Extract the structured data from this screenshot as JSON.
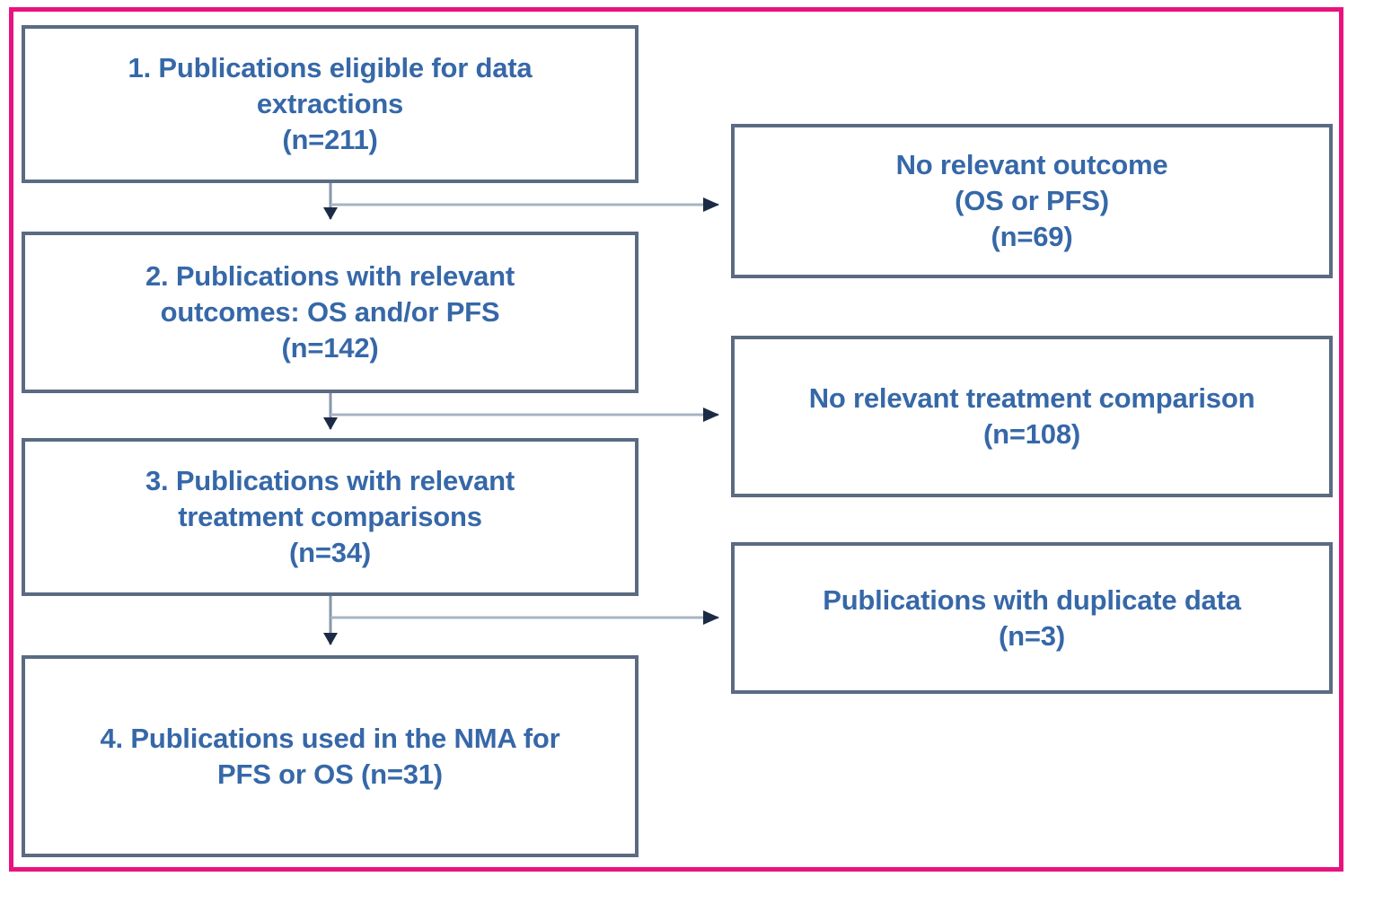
{
  "diagram": {
    "title": "PRISMA-style publication selection flow",
    "frame_color": "#E8137E",
    "box_border_color": "#5A6B82",
    "text_color": "#3668A8",
    "connector_color": "#8896A8",
    "arrowhead_color": "#1C2B45",
    "left_column": [
      {
        "id": "step-1",
        "label": "1. Publications eligible for data\nextractions\n(n=211)",
        "line1": "1. Publications eligible for data",
        "line2": "extractions",
        "count_label": "(n=211)",
        "n": 211
      },
      {
        "id": "step-2",
        "label": "2. Publications with relevant\noutcomes:  OS and/or PFS\n(n=142)",
        "line1": "2. Publications with relevant",
        "line2": "outcomes:  OS and/or PFS",
        "count_label": "(n=142)",
        "n": 142
      },
      {
        "id": "step-3",
        "label": "3. Publications with relevant\ntreatment comparisons\n(n=34)",
        "line1": "3. Publications with relevant",
        "line2": "treatment comparisons",
        "count_label": "(n=34)",
        "n": 34
      },
      {
        "id": "step-4",
        "label": "4. Publications used in the NMA for\nPFS or OS (n=31)",
        "line1": "4. Publications used in the NMA for",
        "line2": "PFS or OS (n=31)",
        "count_label": "(n=31)",
        "n": 31
      }
    ],
    "right_column": [
      {
        "id": "exclusion-1",
        "label": "No relevant outcome\n(OS or PFS)\n(n=69)",
        "line1": "No relevant outcome",
        "line2": "(OS or PFS)",
        "count_label": "(n=69)",
        "n": 69
      },
      {
        "id": "exclusion-2",
        "label": "No relevant treatment comparison\n(n=108)",
        "line1": "No relevant treatment comparison",
        "line2": "(n=108)",
        "count_label": "(n=108)",
        "n": 108
      },
      {
        "id": "exclusion-3",
        "label": "Publications with duplicate data\n(n=3)",
        "line1": "Publications with duplicate data",
        "line2": "(n=3)",
        "count_label": "(n=3)",
        "n": 3
      }
    ],
    "connectors": [
      {
        "id": "connector-1-down",
        "from": "step-1",
        "to": "step-2",
        "kind": "down-arrow"
      },
      {
        "id": "connector-1-right",
        "from": "step-1",
        "to": "exclusion-1",
        "kind": "right-arrow"
      },
      {
        "id": "connector-2-down",
        "from": "step-2",
        "to": "step-3",
        "kind": "down-arrow"
      },
      {
        "id": "connector-2-right",
        "from": "step-2",
        "to": "exclusion-2",
        "kind": "right-arrow"
      },
      {
        "id": "connector-3-down",
        "from": "step-3",
        "to": "step-4",
        "kind": "down-arrow"
      },
      {
        "id": "connector-3-right",
        "from": "step-3",
        "to": "exclusion-3",
        "kind": "right-arrow"
      }
    ]
  },
  "chart_data": {
    "type": "diagram",
    "title": "Publication selection flow diagram",
    "stages": [
      {
        "step": 1,
        "label": "Publications eligible for data extractions",
        "n": 211
      },
      {
        "step": 2,
        "label": "Publications with relevant outcomes: OS and/or PFS",
        "n": 142
      },
      {
        "step": 3,
        "label": "Publications with relevant treatment comparisons",
        "n": 34
      },
      {
        "step": 4,
        "label": "Publications used in the NMA for PFS or OS",
        "n": 31
      }
    ],
    "exclusions": [
      {
        "after_step": 1,
        "reason": "No relevant outcome (OS or PFS)",
        "n": 69
      },
      {
        "after_step": 2,
        "reason": "No relevant treatment comparison",
        "n": 108
      },
      {
        "after_step": 3,
        "reason": "Publications with duplicate data",
        "n": 3
      }
    ]
  }
}
